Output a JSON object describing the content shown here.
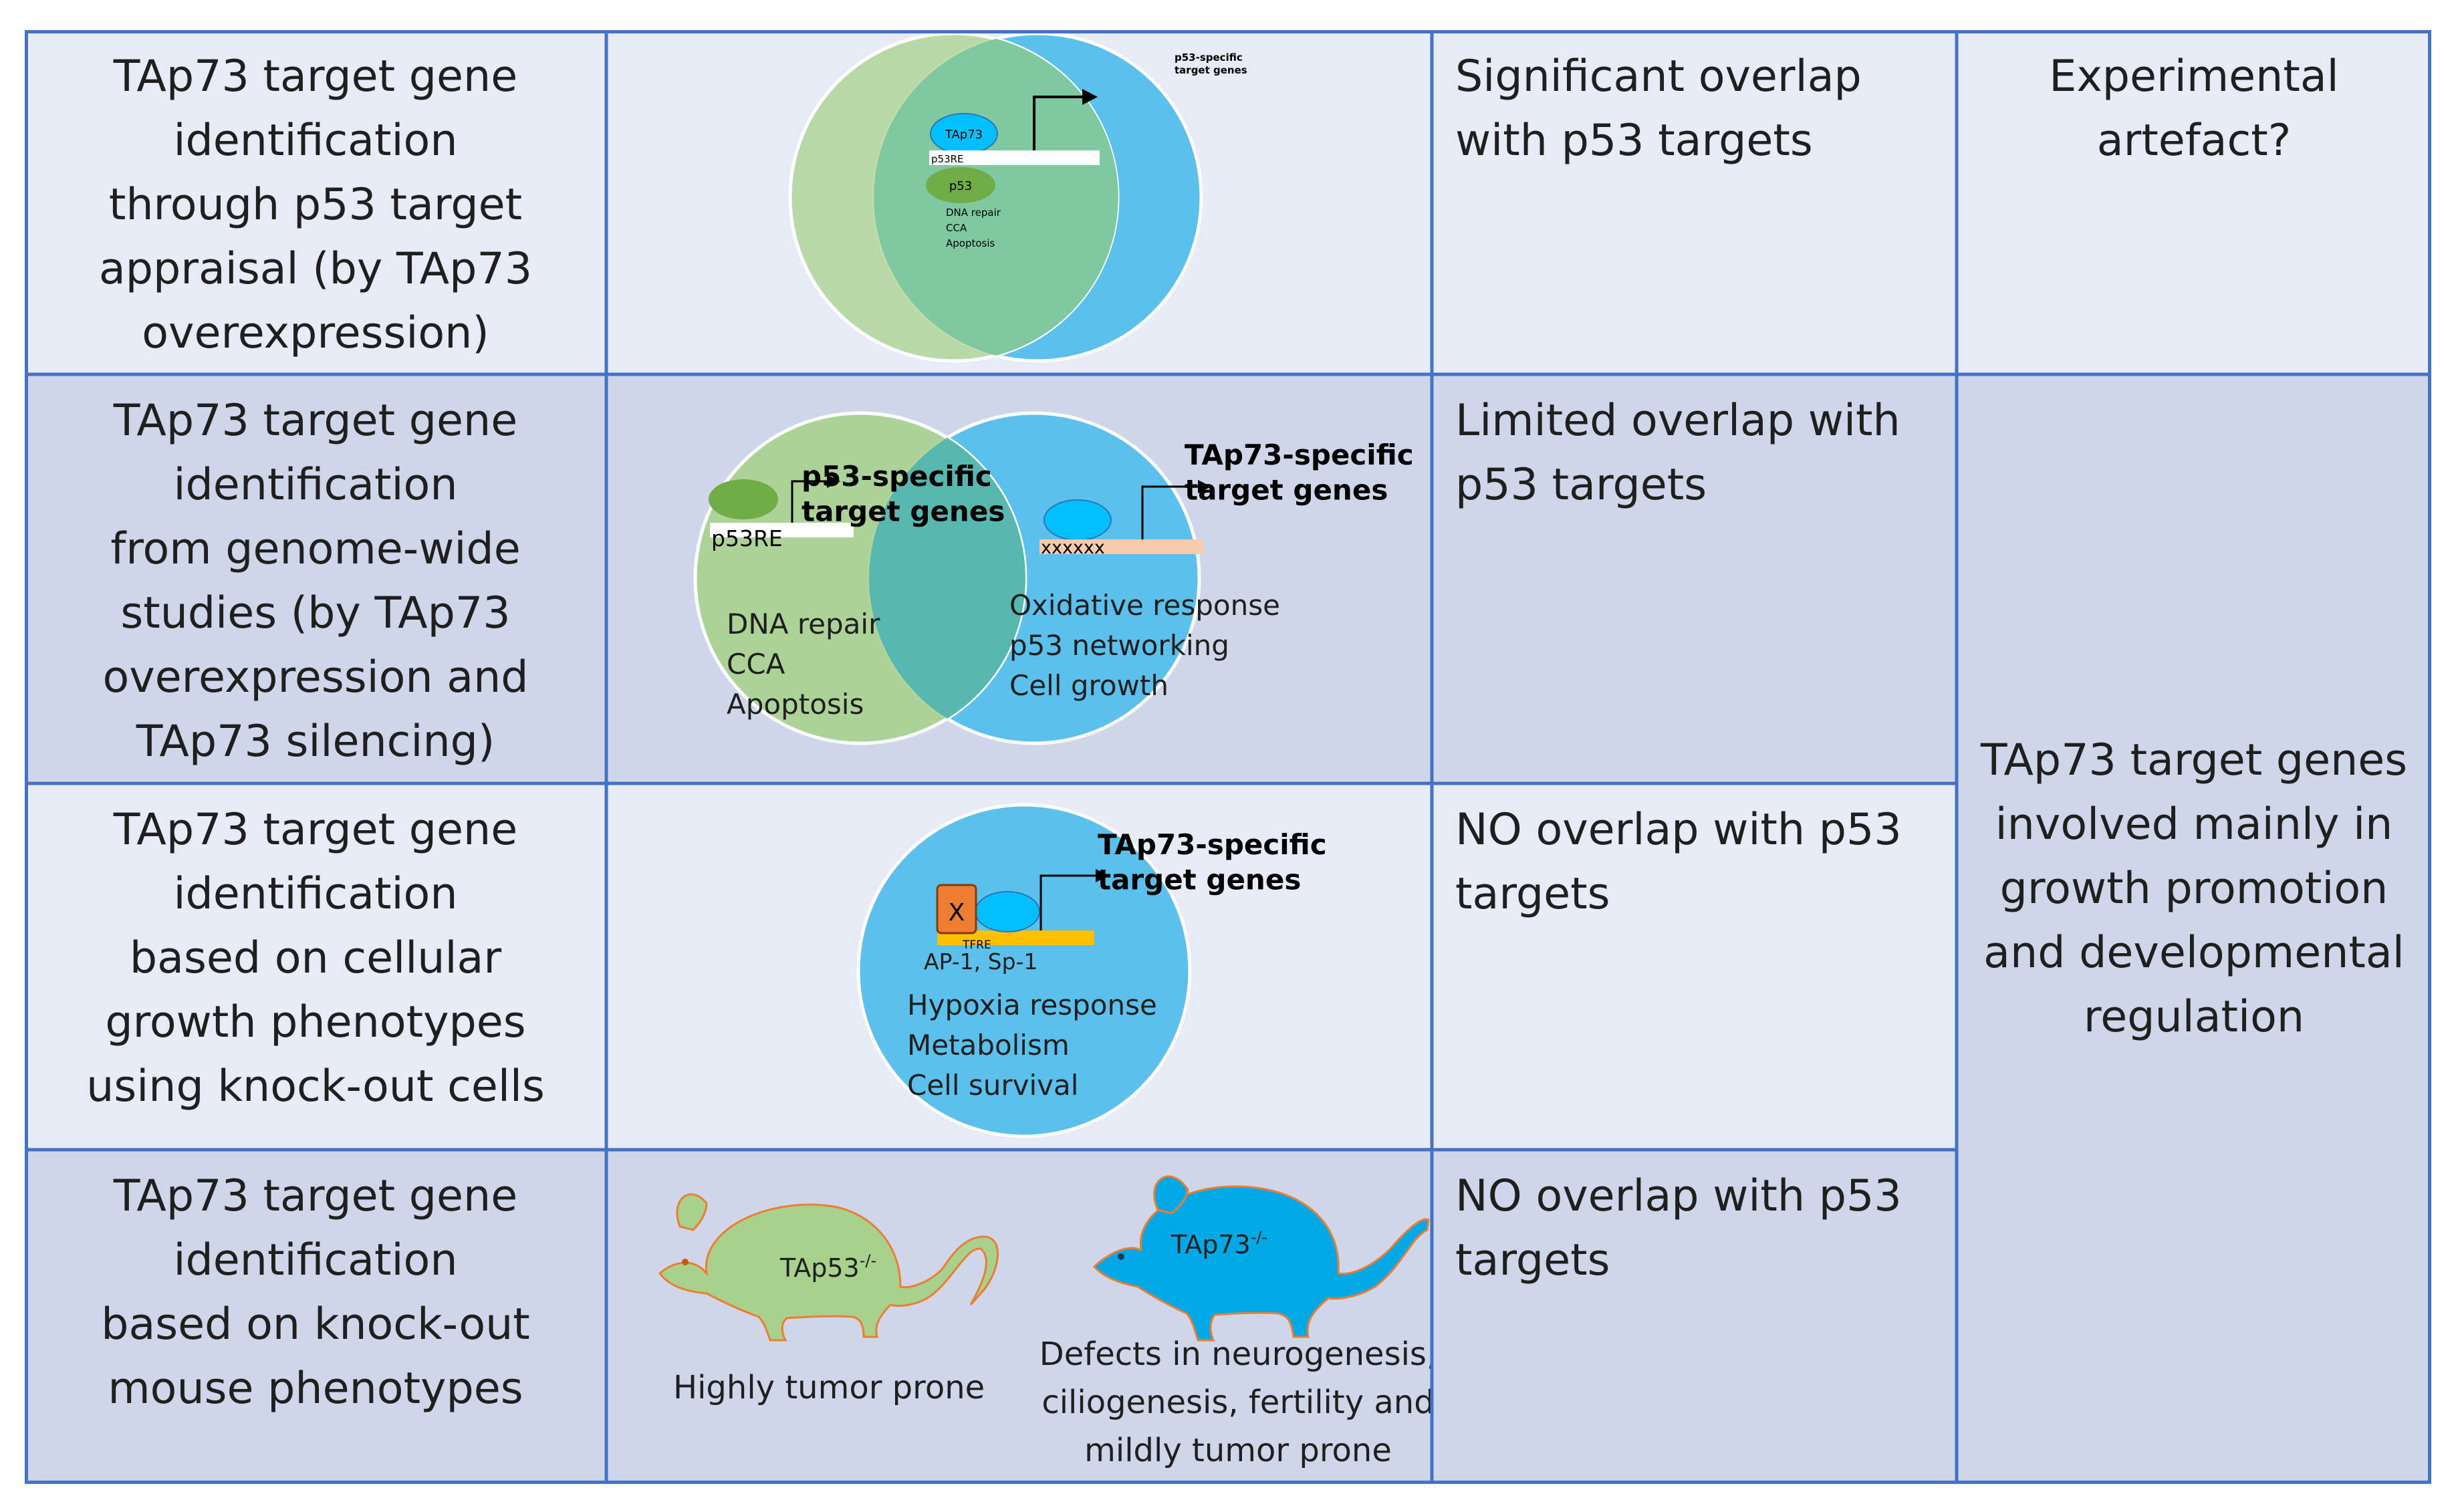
{
  "colors": {
    "grid_line": "#4472c4",
    "row_light": "#e7ebf6",
    "row_dark": "#cfd6ea",
    "p53_green": "#a9d18e",
    "tap73_blue": "#5bc0eb",
    "overlap": "#7fc8a0",
    "mouse_orange": "#ed7d31"
  },
  "rows": [
    {
      "approach": "TAp73 target gene\nidentification\nthrough p53 target\nappraisal (by TAp73\noverexpression)",
      "finding": "Significant overlap\nwith p53 targets",
      "interpretation": "Experimental\nartefact?",
      "diagram": {
        "tiny_title": "p53-specific\ntarget genes",
        "tap73_label": "TAp73",
        "p53re_label": "p53RE",
        "p53_label": "p53",
        "functions": [
          "DNA repair",
          "CCA",
          "Apoptosis"
        ]
      }
    },
    {
      "approach": "TAp73 target gene\nidentification\nfrom genome-wide\nstudies (by TAp73\noverexpression and\nTAp73 silencing)",
      "finding": "Limited overlap with\np53 targets",
      "diagram": {
        "p53_title": "p53-specific\ntarget genes",
        "p53re_label": "p53RE",
        "p53_functions": [
          "DNA repair",
          "CCA",
          "Apoptosis"
        ],
        "tap73_title": "TAp73-specific\ntarget genes",
        "element_label": "xxxxxx",
        "tap73_functions": [
          "Oxidative response",
          "p53 networking",
          "Cell growth"
        ]
      }
    },
    {
      "approach": "TAp73 target gene\nidentification\nbased on cellular\ngrowth phenotypes\nusing knock-out cells",
      "finding": "NO overlap with p53\ntargets",
      "diagram": {
        "title": "TAp73-specific\ntarget genes",
        "x_label": "X",
        "tfre_label": "TFRE",
        "factors": "AP-1, Sp-1",
        "functions": [
          "Hypoxia response",
          "Metabolism",
          "Cell survival"
        ]
      }
    },
    {
      "approach": "TAp73 target gene\nidentification\nbased on knock-out\nmouse phenotypes",
      "finding": "NO overlap with p53\ntargets",
      "diagram": {
        "mouse1_base": "TAp53",
        "mouse1_sup": "-/-",
        "mouse1_caption": "Highly tumor prone",
        "mouse2_base": "TAp73",
        "mouse2_sup": "-/-",
        "mouse2_caption": [
          "Defects in neurogenesis,",
          "ciliogenesis, fertility and",
          "mildly tumor prone"
        ]
      }
    }
  ],
  "merged_interpretation": "TAp73 target genes\ninvolved mainly in\ngrowth promotion\nand developmental\nregulation"
}
